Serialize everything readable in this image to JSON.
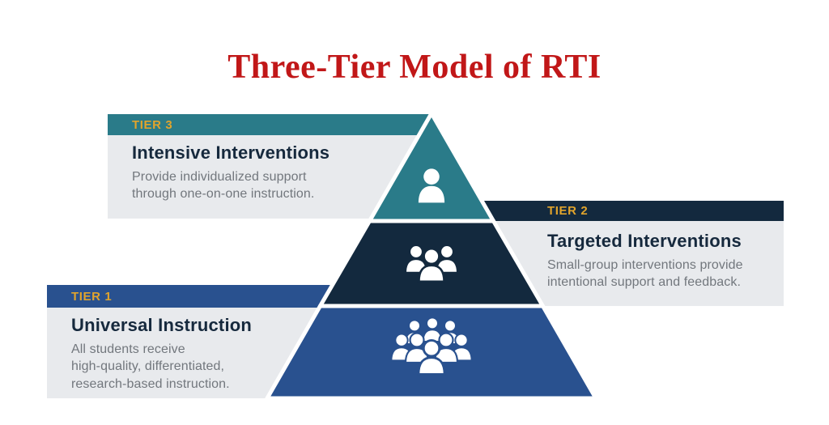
{
  "title": "Three-Tier Model of RTI",
  "colors": {
    "title_red": "#C11718",
    "teal": "#2A7B89",
    "navy": "#13293E",
    "royal": "#29518F",
    "gold": "#E1A42C",
    "card_bg": "#E8EAED",
    "card_title": "#16293D",
    "card_desc": "#72777D",
    "icon_white": "#FFFFFF"
  },
  "tiers": [
    {
      "label": "TIER 3",
      "title": "Intensive Interventions",
      "desc_lines": [
        "Provide individualized support",
        "through one-on-one instruction."
      ],
      "icon": "person-icon"
    },
    {
      "label": "TIER 2",
      "title": "Targeted Interventions",
      "desc_lines": [
        "Small-group interventions provide",
        "intentional support and feedback."
      ],
      "icon": "group-icon"
    },
    {
      "label": "TIER 1",
      "title": "Universal Instruction",
      "desc_lines": [
        "All students receive",
        "high-quality, differentiated,",
        "research-based instruction."
      ],
      "icon": "crowd-icon"
    }
  ]
}
